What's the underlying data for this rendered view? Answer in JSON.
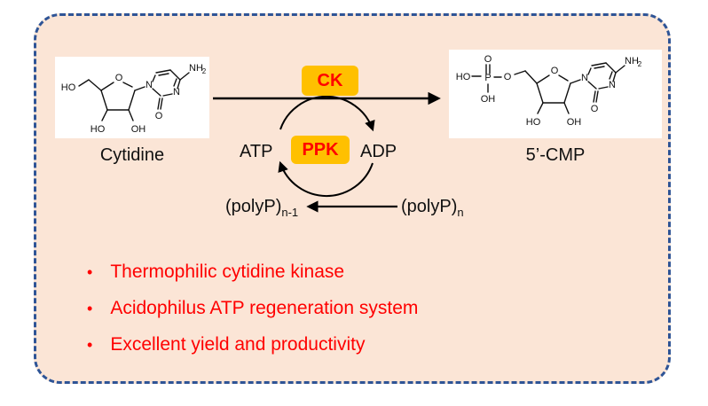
{
  "colors": {
    "panel_bg": "#fbe5d6",
    "panel_border": "#2e5496",
    "enzyme_bg": "#ffc000",
    "enzyme_text": "#ff0000",
    "bullet_text": "#ff0000",
    "arrow": "#000000"
  },
  "scheme": {
    "substrate": "Cytidine",
    "product": "5’-CMP",
    "kinase": "CK",
    "ppk": "PPK",
    "atp": "ATP",
    "adp": "ADP",
    "polyp_left_base": "(polyP)",
    "polyp_left_sub": "n-1",
    "polyp_right_base": "(polyP)",
    "polyp_right_sub": "n"
  },
  "atoms": {
    "o": "O",
    "n": "N",
    "p": "P",
    "ho": "HO",
    "oh": "OH",
    "nh": "NH",
    "sub2": "2"
  },
  "ui": {
    "bullet": "•"
  },
  "bullets": [
    "Thermophilic cytidine kinase",
    "Acidophilus ATP regeneration system",
    "Excellent yield and productivity"
  ]
}
